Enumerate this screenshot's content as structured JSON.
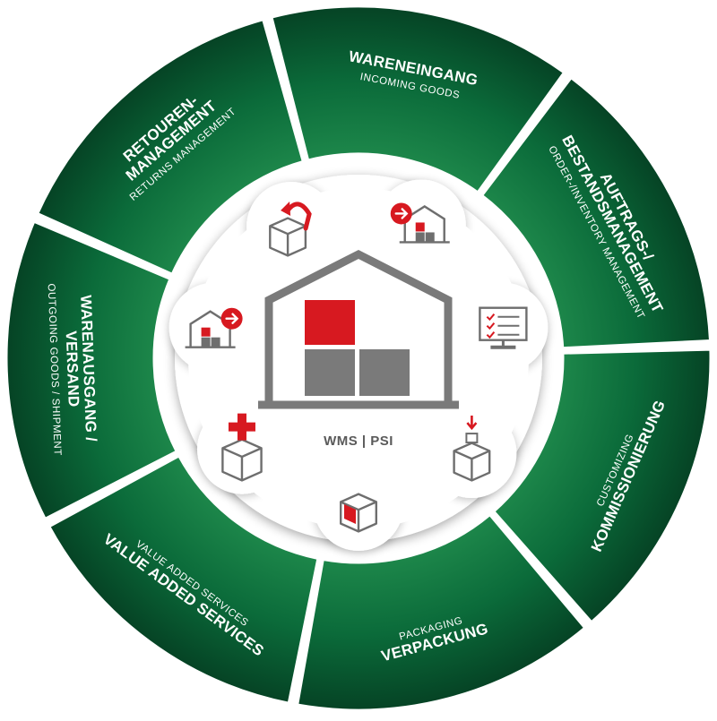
{
  "center": {
    "label": "WMS | PSI"
  },
  "segments": [
    {
      "id": "wareneingang",
      "title_lines": [
        "WARENEINGANG"
      ],
      "subtitle_lines": [
        "INCOMING GOODS"
      ],
      "subtitle_first": false
    },
    {
      "id": "auftrags",
      "title_lines": [
        "AUFTRAGS-/",
        "BESTANDSMANAGEMENT"
      ],
      "subtitle_lines": [
        "ORDER-/INVENTORY MANAGEMENT"
      ],
      "subtitle_first": false
    },
    {
      "id": "kommissionierung",
      "title_lines": [
        "KOMMISSIONIERUNG"
      ],
      "subtitle_lines": [
        "CUSTOMIZING"
      ],
      "subtitle_first": true
    },
    {
      "id": "verpackung",
      "title_lines": [
        "VERPACKUNG"
      ],
      "subtitle_lines": [
        "PACKAGING"
      ],
      "subtitle_first": true
    },
    {
      "id": "vas",
      "title_lines": [
        "VALUE ADDED SERVICES"
      ],
      "subtitle_lines": [
        "VALUE ADDED SERVICES"
      ],
      "subtitle_first": true
    },
    {
      "id": "warenausgang",
      "title_lines": [
        "WARENAUSGANG /",
        "VERSAND"
      ],
      "subtitle_lines": [
        "OUTGOING GOODS / SHIPMENT"
      ],
      "subtitle_first": false
    },
    {
      "id": "retouren",
      "title_lines": [
        "RETOUREN-",
        "MANAGEMENT"
      ],
      "subtitle_lines": [
        "RETURNS MANAGEMENT"
      ],
      "subtitle_first": false
    }
  ],
  "icons": [
    "incoming-goods-icon",
    "order-inventory-monitor-icon",
    "picking-box-icon",
    "packaging-box-icon",
    "value-added-services-box-icon",
    "outgoing-goods-icon",
    "returns-box-icon"
  ],
  "colors": {
    "ring_green": "#0b6b3a",
    "ring_green_dark": "#064d28",
    "accent_red": "#d71920",
    "icon_grey": "#6e6e6e",
    "warehouse_grey": "#777777"
  }
}
